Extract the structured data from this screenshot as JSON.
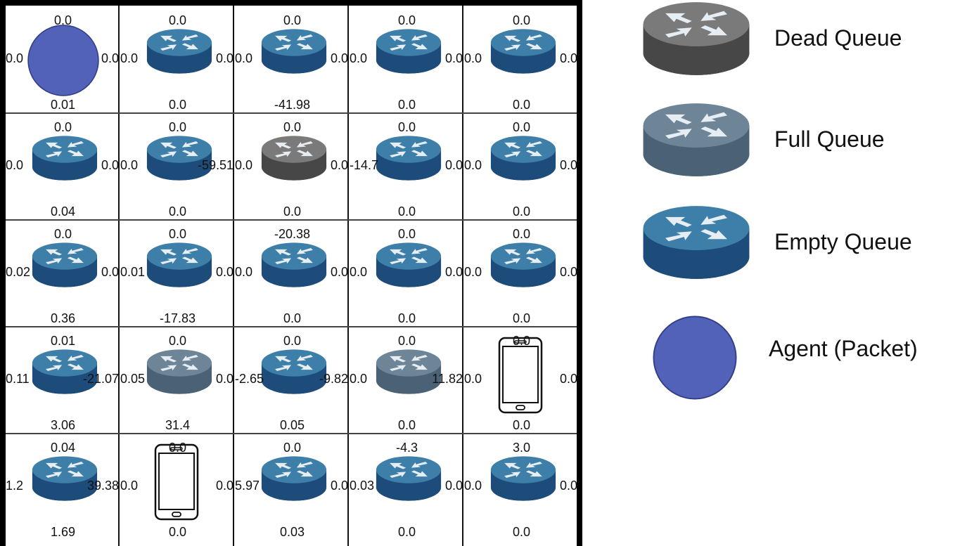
{
  "colors": {
    "empty_queue_top": "#3d7fa8",
    "empty_queue_side": "#1e4c7a",
    "full_queue_top": "#6d8597",
    "full_queue_side": "#4b6175",
    "dead_queue_top": "#7a7a7a",
    "dead_queue_side": "#474747",
    "agent_fill": "#5262b8",
    "agent_stroke": "#2f3c86",
    "arrow": "#e6eef4"
  },
  "grid": {
    "rows": [
      [
        {
          "type": "agent",
          "top": "0.0",
          "left": "0.0",
          "right": "0.0",
          "bottom": "0.01"
        },
        {
          "type": "empty",
          "top": "0.0",
          "left": "0.0",
          "right": "0.0",
          "bottom": "0.0"
        },
        {
          "type": "empty",
          "top": "0.0",
          "left": "0.0",
          "right": "0.0",
          "bottom": "-41.98"
        },
        {
          "type": "empty",
          "top": "0.0",
          "left": "0.0",
          "right": "0.0",
          "bottom": "0.0"
        },
        {
          "type": "empty",
          "top": "0.0",
          "left": "0.0",
          "right": "0.0",
          "bottom": "0.0"
        }
      ],
      [
        {
          "type": "empty",
          "top": "0.0",
          "left": "0.0",
          "right": "0.0",
          "bottom": "0.04"
        },
        {
          "type": "empty",
          "top": "0.0",
          "left": "0.0",
          "right": "-59.51",
          "bottom": "0.0"
        },
        {
          "type": "dead",
          "top": "0.0",
          "left": "0.0",
          "right": "0.0",
          "bottom": "0.0"
        },
        {
          "type": "empty",
          "top": "0.0",
          "left": "-14.7",
          "right": "0.0",
          "bottom": "0.0"
        },
        {
          "type": "empty",
          "top": "0.0",
          "left": "0.0",
          "right": "0.0",
          "bottom": "0.0"
        }
      ],
      [
        {
          "type": "empty",
          "top": "0.0",
          "left": "0.02",
          "right": "0.0",
          "bottom": "0.36"
        },
        {
          "type": "empty",
          "top": "0.0",
          "left": "0.01",
          "right": "0.0",
          "bottom": "-17.83"
        },
        {
          "type": "empty",
          "top": "-20.38",
          "left": "0.0",
          "right": "0.0",
          "bottom": "0.0"
        },
        {
          "type": "empty",
          "top": "0.0",
          "left": "0.0",
          "right": "0.0",
          "bottom": "0.0"
        },
        {
          "type": "empty",
          "top": "0.0",
          "left": "0.0",
          "right": "0.0",
          "bottom": "0.0"
        }
      ],
      [
        {
          "type": "empty",
          "top": "0.01",
          "left": "0.11",
          "right": "-21.07",
          "bottom": "3.06"
        },
        {
          "type": "full",
          "top": "0.0",
          "left": "0.05",
          "right": "0.0",
          "bottom": "31.4"
        },
        {
          "type": "empty",
          "top": "0.0",
          "left": "-2.65",
          "right": "-9.82",
          "bottom": "0.05"
        },
        {
          "type": "full",
          "top": "0.0",
          "left": "0.0",
          "right": "11.82",
          "bottom": "0.0"
        },
        {
          "type": "phone",
          "top": "0.0",
          "left": "0.0",
          "right": "0.0",
          "bottom": "0.0"
        }
      ],
      [
        {
          "type": "empty",
          "top": "0.04",
          "left": "1.2",
          "right": "39.38",
          "bottom": "1.69"
        },
        {
          "type": "phone",
          "top": "0.0",
          "left": "0.0",
          "right": "0.0",
          "bottom": "0.0"
        },
        {
          "type": "empty",
          "top": "0.0",
          "left": "5.97",
          "right": "0.0",
          "bottom": "0.03"
        },
        {
          "type": "empty",
          "top": "-4.3",
          "left": "0.03",
          "right": "0.0",
          "bottom": "0.0"
        },
        {
          "type": "empty",
          "top": "3.0",
          "left": "0.0",
          "right": "0.0",
          "bottom": "0.0"
        }
      ]
    ]
  },
  "legend": {
    "items": [
      {
        "type": "dead",
        "label": "Dead Queue"
      },
      {
        "type": "full",
        "label": "Full Queue"
      },
      {
        "type": "empty",
        "label": "Empty Queue"
      },
      {
        "type": "agent",
        "label": "Agent (Packet)"
      }
    ]
  }
}
